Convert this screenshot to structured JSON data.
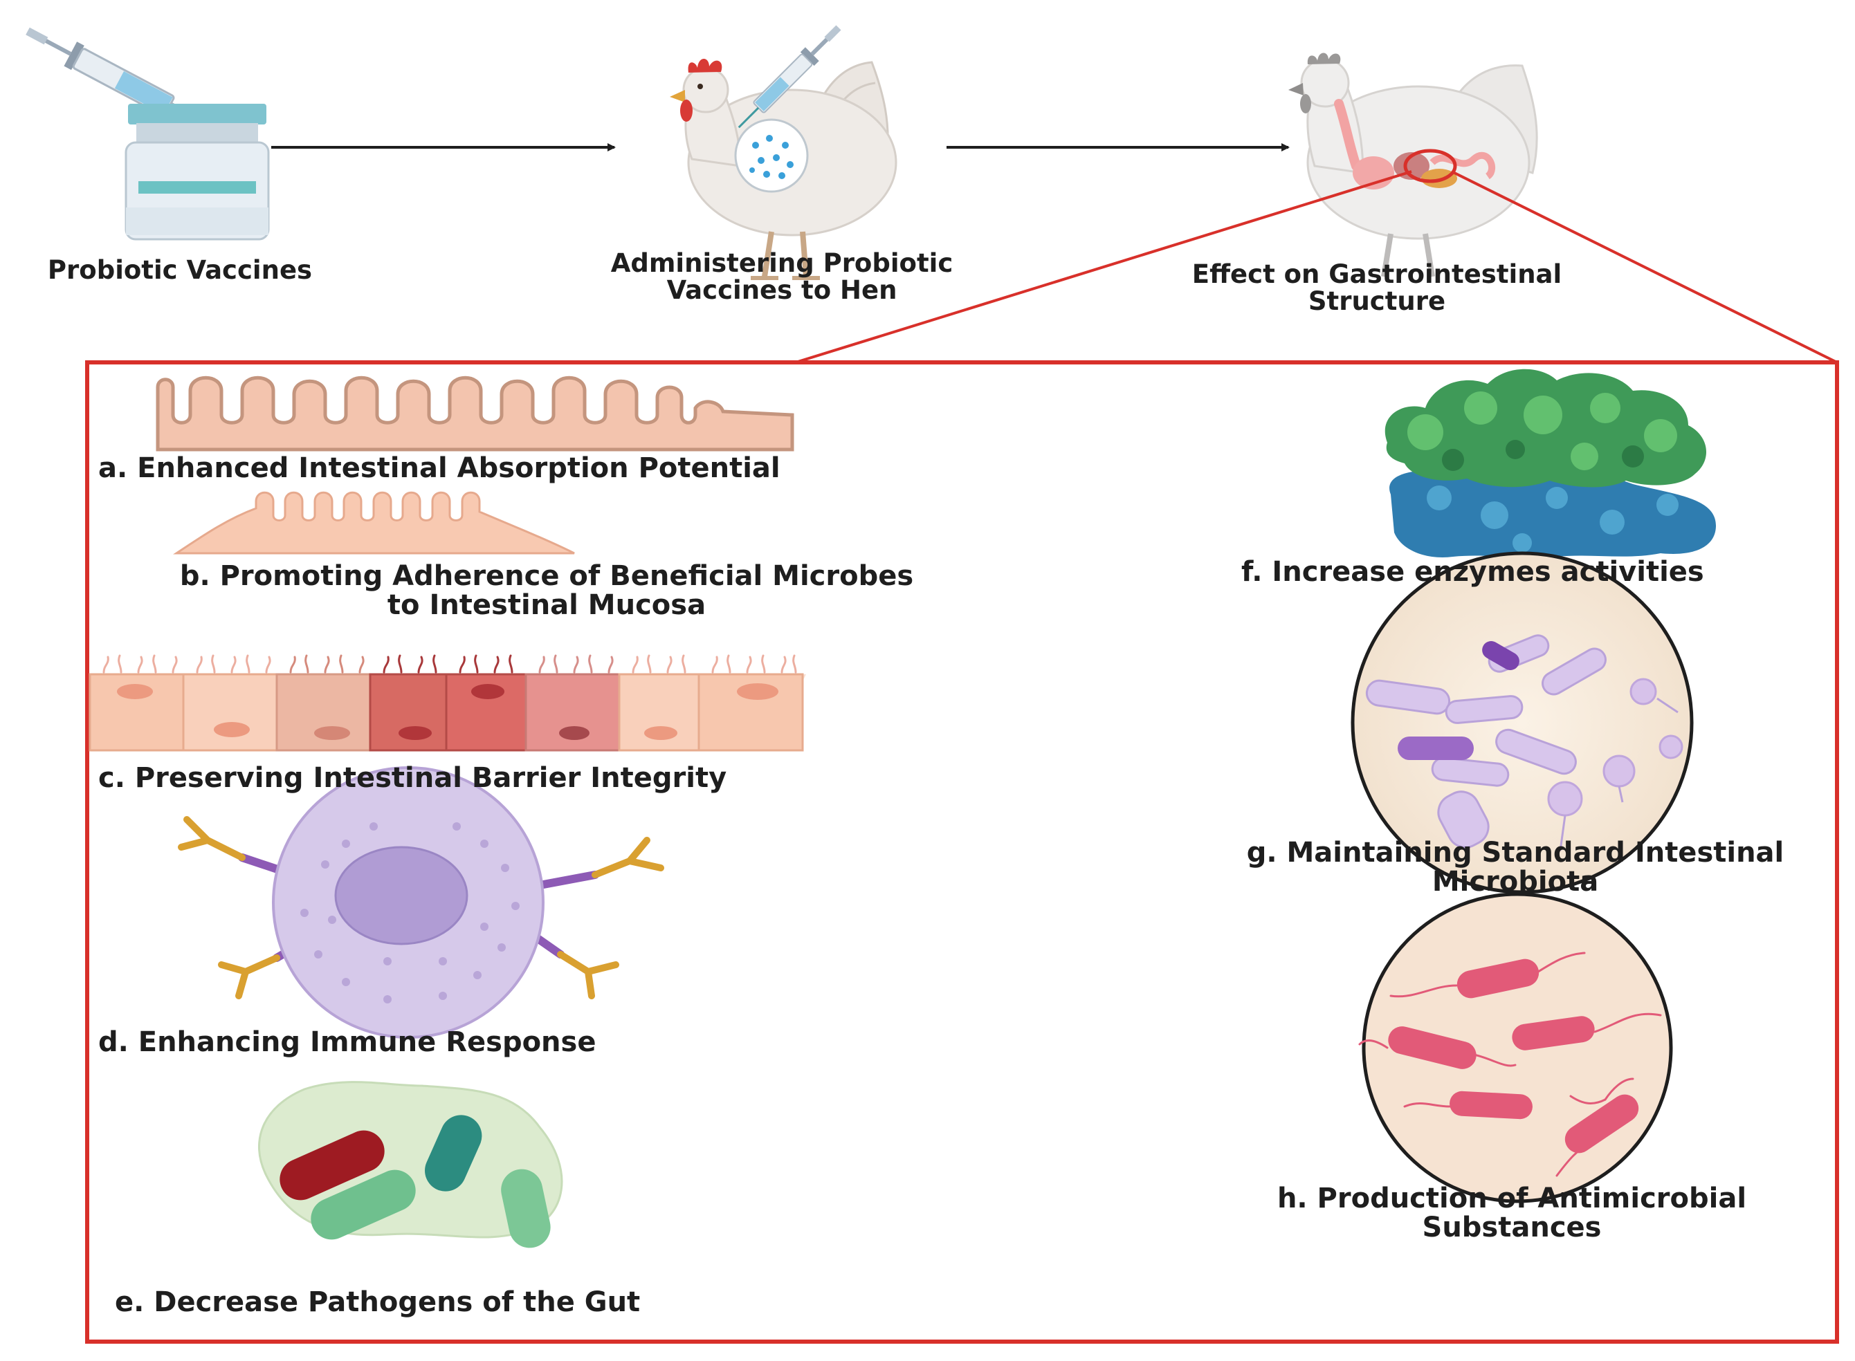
{
  "colors": {
    "frame_red": "#d8302a",
    "arrow_black": "#1e1e1e",
    "villi": "#e6b7a3",
    "villi_edge": "#c4957e",
    "enzyme_green": "#3f9a58",
    "enzyme_blue": "#2a78a8",
    "immune_cell": "#c8b8e2",
    "antibody": "#d9a030",
    "pathogen_bg": "#dcebcf",
    "antimicrobial_rod": "#e25a78"
  },
  "icons": [
    "syringe-icon",
    "vaccine-vial-icon",
    "hen-icon",
    "hen-gut-anatomy-icon",
    "villi-icon",
    "microvilli-icon",
    "epithelial-barrier-icon",
    "immune-cell-icon",
    "pathogen-bacteria-icon",
    "enzyme-protein-icon",
    "microbiota-dish-icon",
    "antimicrobial-bacteria-icon"
  ],
  "steps": [
    {
      "line1": "Probiotic Vaccines",
      "line2": ""
    },
    {
      "line1": "Administering Probiotic",
      "line2": "Vaccines to Hen"
    },
    {
      "line1": "Effect on Gastrointestinal",
      "line2": "Structure"
    }
  ],
  "effects": {
    "a": {
      "line1": "a.  Enhanced Intestinal Absorption Potential",
      "line2": ""
    },
    "b": {
      "line1": "b. Promoting Adherence of Beneficial Microbes",
      "line2": "to Intestinal Mucosa"
    },
    "c": {
      "line1": "c. Preserving Intestinal Barrier Integrity",
      "line2": ""
    },
    "d": {
      "line1": "d. Enhancing Immune Response",
      "line2": ""
    },
    "e": {
      "line1": "e. Decrease Pathogens of the Gut",
      "line2": ""
    },
    "f": {
      "line1": "f. Increase enzymes activities",
      "line2": ""
    },
    "g": {
      "line1": "g. Maintaining Standard Intestinal",
      "line2": "Microbiota"
    },
    "h": {
      "line1": "h. Production of Antimicrobial",
      "line2": "Substances"
    }
  }
}
